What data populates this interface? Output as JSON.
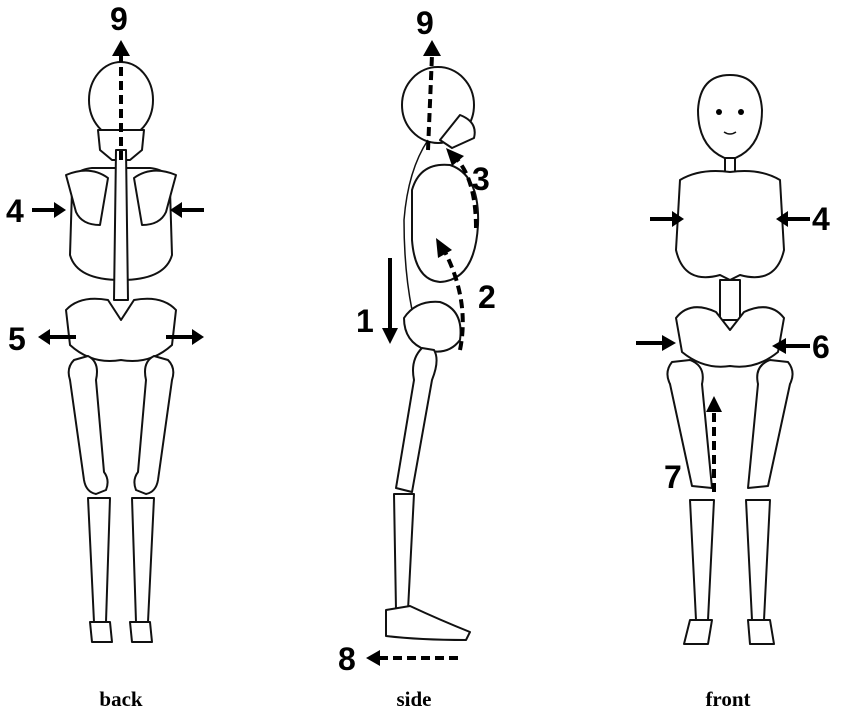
{
  "views": {
    "back": "back",
    "side": "side",
    "front": "front"
  },
  "labels": {
    "n1": "1",
    "n2": "2",
    "n3": "3",
    "n4_back": "4",
    "n4_front": "4",
    "n5": "5",
    "n6": "6",
    "n7": "7",
    "n8": "8",
    "n9_back": "9",
    "n9_side": "9"
  }
}
